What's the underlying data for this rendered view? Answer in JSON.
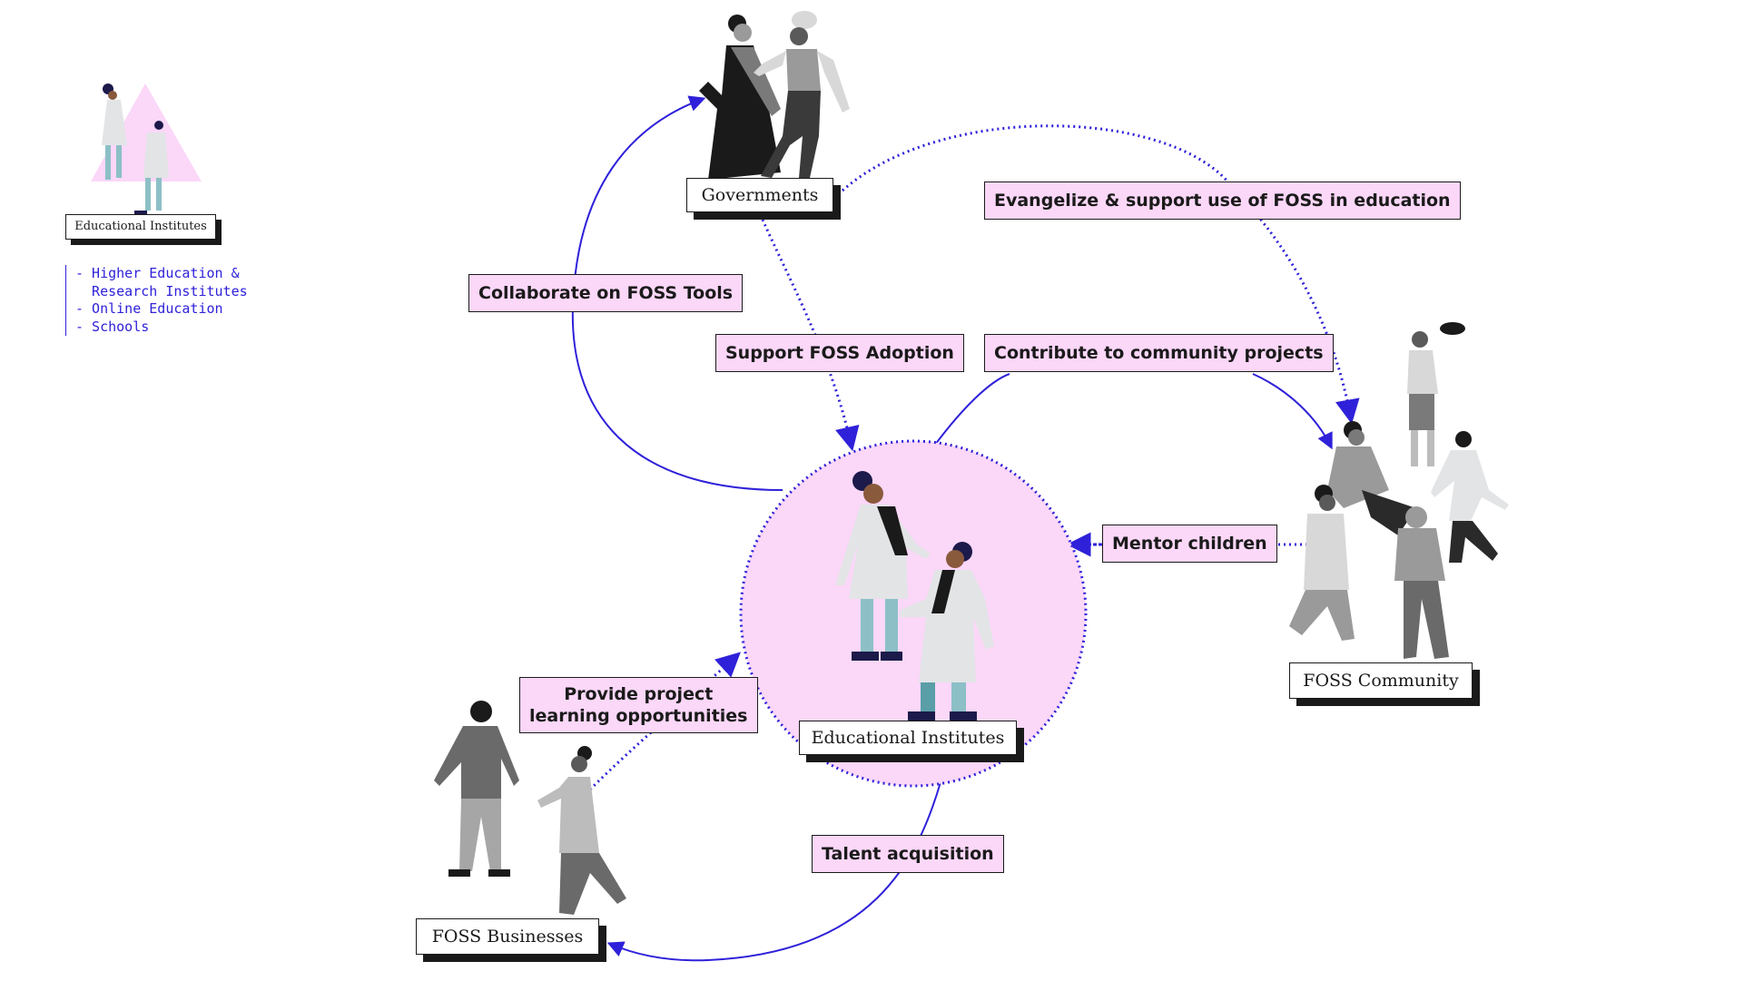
{
  "legend": {
    "title": "Educational Institutes",
    "items": [
      "- Higher Education &",
      "  Research Institutes",
      "- Online Education",
      "- Schools"
    ]
  },
  "nodes": {
    "governments": "Governments",
    "educational_institutes": "Educational Institutes",
    "foss_community": "FOSS Community",
    "foss_businesses": "FOSS Businesses"
  },
  "relationships": {
    "collaborate": "Collaborate on FOSS Tools",
    "support_adoption": "Support FOSS Adoption",
    "evangelize": "Evangelize & support use of FOSS in education",
    "contribute": "Contribute to community projects",
    "mentor": "Mentor children",
    "provide_line1": "Provide project",
    "provide_line2": "learning opportunities",
    "talent": "Talent acquisition"
  },
  "colors": {
    "arrow": "#2f21d9",
    "highlight": "#fbd7f8",
    "ink": "#1a1a1a"
  }
}
